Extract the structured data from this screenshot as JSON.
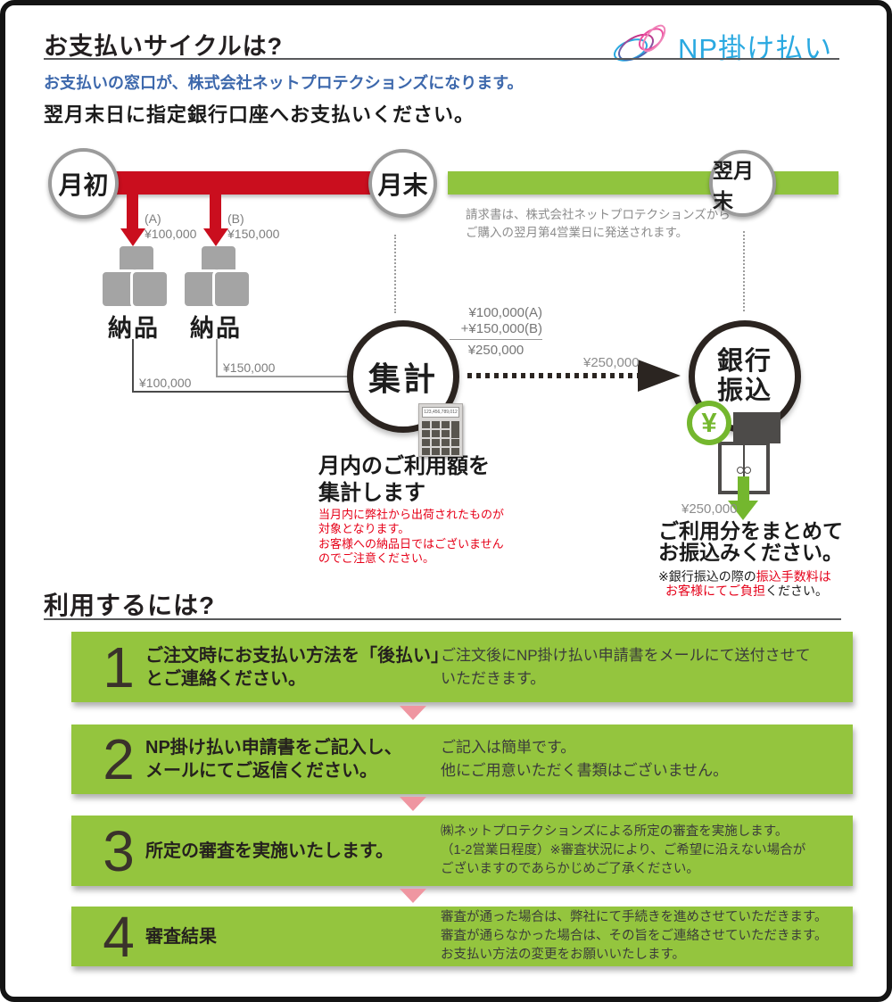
{
  "header": {
    "title": "お支払いサイクルは?",
    "logo_text": "NP掛け払い",
    "lead_blue": "お支払いの窓口が、株式会社ネットプロテクションズになります。",
    "lead_bold": "翌月末日に指定銀行口座へお支払いください。"
  },
  "timeline": {
    "milestones": [
      "月初",
      "月末",
      "翌月末"
    ],
    "order_a": {
      "tag": "(A)",
      "amount": "¥100,000",
      "label": "納品"
    },
    "order_b": {
      "tag": "(B)",
      "amount": "¥150,000",
      "label": "納品"
    },
    "invoice_note": "請求書は、株式会社ネットプロテクションズから\nご購入の翌月第4営業日に発送されます。",
    "sum": {
      "line1": "¥100,000(A)",
      "line2": "+¥150,000(B)",
      "total": "¥250,000"
    },
    "conn_a_amount": "¥100,000",
    "conn_b_amount": "¥150,000",
    "tally_circle_label": "集計",
    "calc_display": "123,456,789,012",
    "transfer_amount": "¥250,000",
    "tally_caption": "月内のご利用額を\n集計します",
    "tally_note": "当月内に弊社から出荷されたものが\n対象となります。\nお客様への納品日ではございません\nのでご注意ください。",
    "bank_circle_label": "銀行\n振込",
    "yen_badge": "¥",
    "bank_amount": "¥250,000",
    "transfer_caption": "ご利用分をまとめて\nお振込みください。",
    "transfer_note": {
      "black1": "※銀行振込の際の",
      "red1": "振込手数料は",
      "red2": "お客様にてご負担",
      "black2": "ください。"
    }
  },
  "steps_section": {
    "title": "利用するには?",
    "steps": [
      {
        "num": "1",
        "title": "ご注文時にお支払い方法を「後払い」\nとご連絡ください。",
        "desc": "ご注文後にNP掛け払い申請書をメールにて送付させて\nいただきます。"
      },
      {
        "num": "2",
        "title": "NP掛け払い申請書をご記入し、\nメールにてご返信ください。",
        "desc": "ご記入は簡単です。\n他にご用意いただく書類はございません。"
      },
      {
        "num": "3",
        "title": "所定の審査を実施いたします。",
        "desc": "㈱ネットプロテクションズによる所定の審査を実施します。\n（1-2営業日程度）※審査状況により、ご希望に沿えない場合が\nございますのであらかじめご了承ください。"
      },
      {
        "num": "4",
        "title": "審査結果",
        "desc": "審査が通った場合は、弊社にて手続きを進めさせていただきます。\n審査が通らなかった場合は、その旨をご連絡させていただきます。\nお支払い方法の変更をお願いいたします。"
      }
    ]
  },
  "colors": {
    "red_bar": "#ca0e1e",
    "green_bar": "#90c43e",
    "step_green": "#94c53e",
    "pink_arrow": "#ef96a1",
    "note_red": "#e60018",
    "lead_blue": "#3d68ac",
    "logo_blue": "#2aa9e1",
    "yen_green": "#74b72e"
  }
}
